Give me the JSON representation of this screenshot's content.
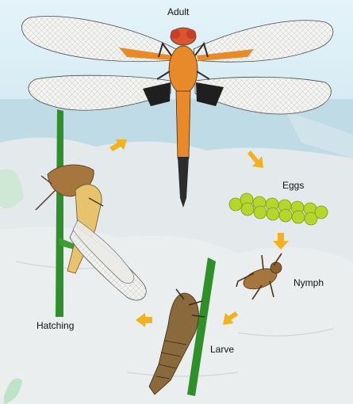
{
  "labels": {
    "adult": "Adult",
    "eggs": "Eggs",
    "nymph": "Nymph",
    "larve": "Larve",
    "hatching": "Hatching"
  },
  "colors": {
    "sky": "#dbeef6",
    "sea": "#bcd8e2",
    "rock": "#e6eaec",
    "arrow": "#f2b11f",
    "body_orange": "#e8892a",
    "body_dark": "#2c2c2c",
    "egg_green": "#b6d62e",
    "stem_green": "#2f8f2a",
    "larva_brown": "#8a6a3c",
    "wing_gray": "#f2f2f0"
  }
}
